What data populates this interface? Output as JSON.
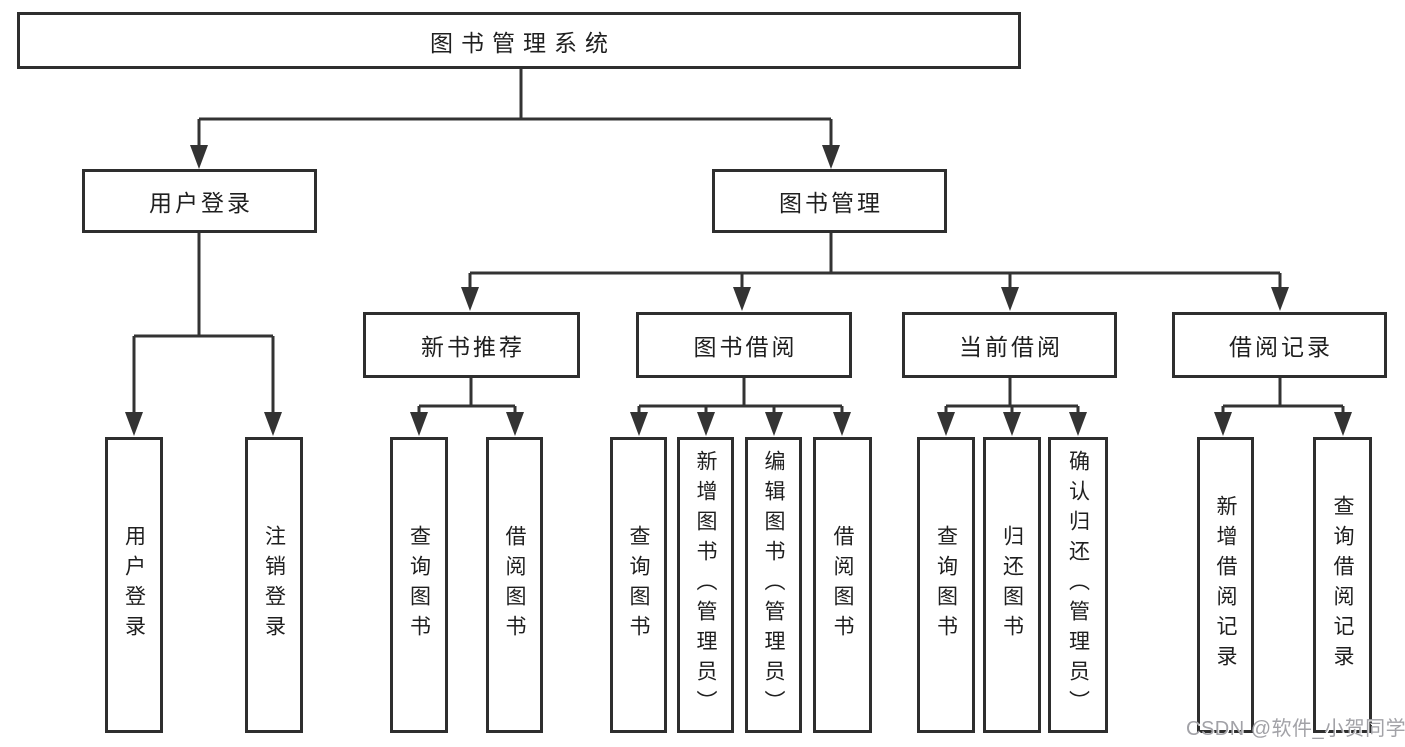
{
  "diagram": {
    "root": {
      "label": "图书管理系统"
    },
    "branches": [
      {
        "label": "用户登录",
        "children": [
          {
            "label": "用户登录"
          },
          {
            "label": "注销登录"
          }
        ]
      },
      {
        "label": "图书管理",
        "children": [
          {
            "label": "新书推荐",
            "children": [
              {
                "label": "查询图书"
              },
              {
                "label": "借阅图书"
              }
            ]
          },
          {
            "label": "图书借阅",
            "children": [
              {
                "label": "查询图书"
              },
              {
                "label": "新增图书（管理员）"
              },
              {
                "label": "编辑图书（管理员）"
              },
              {
                "label": "借阅图书"
              }
            ]
          },
          {
            "label": "当前借阅",
            "children": [
              {
                "label": "查询图书"
              },
              {
                "label": "归还图书"
              },
              {
                "label": "确认归还（管理员）"
              }
            ]
          },
          {
            "label": "借阅记录",
            "children": [
              {
                "label": "新增借阅记录"
              },
              {
                "label": "查询借阅记录"
              }
            ]
          }
        ]
      }
    ]
  },
  "colors": {
    "line": "#333333",
    "box_border": "#2e2e2e",
    "text": "#1f1f1f",
    "background": "#ffffff",
    "watermark": "#a2a2a7"
  },
  "watermark": {
    "text": "CSDN @软件_小贺同学"
  }
}
